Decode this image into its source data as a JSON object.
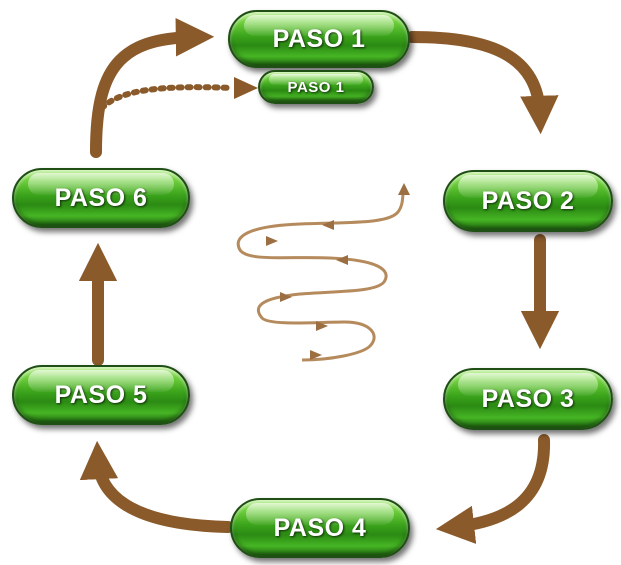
{
  "steps": {
    "paso1": "PASO 1",
    "paso1_sub": "PASO 1",
    "paso2": "PASO 2",
    "paso3": "PASO 3",
    "paso4": "PASO 4",
    "paso5": "PASO 5",
    "paso6": "PASO 6"
  },
  "colors": {
    "arrow": "#8a5a2b",
    "spiral": "#b58a5c",
    "pill_green": "#3aa31b",
    "pill_border": "#1f4f14"
  },
  "icons": [
    "cycle-arrow",
    "dotted-arrow",
    "spiral-icon"
  ]
}
